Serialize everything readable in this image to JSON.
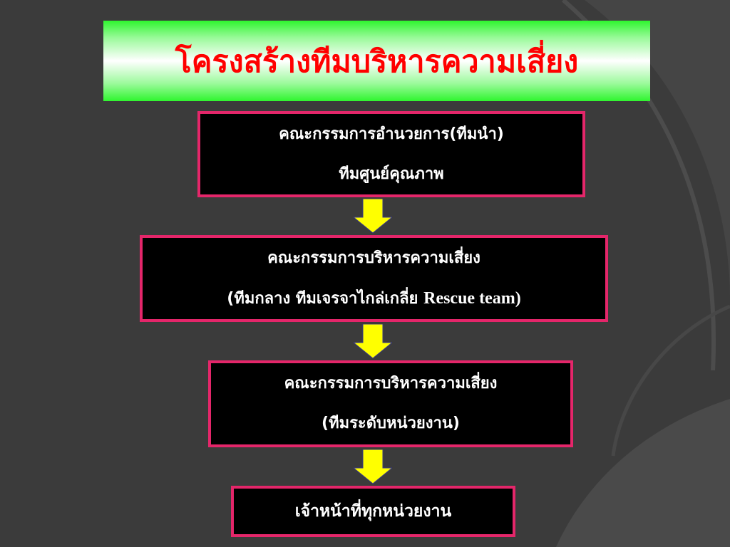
{
  "title": "โครงสร้างทีมบริหารความเสี่ยง",
  "colors": {
    "title_text": "#ff0000",
    "box_border": "#e4266a",
    "box_fill": "#000000",
    "box_text": "#ffffff",
    "arrow_fill": "#ffff00",
    "background": "#3b3b3b"
  },
  "boxes": [
    {
      "line1": "คณะกรรมการอำนวยการ(ทีมนำ)",
      "line2": "ทีมศูนย์คุณภาพ"
    },
    {
      "line1": "คณะกรรมการบริหารความเสี่ยง",
      "line2_thai": "(ทีมกลาง  ทีมเจรจาไกล่เกลี่ย ",
      "line2_latin": "Rescue team)"
    },
    {
      "line1": "คณะกรรมการบริหารความเสี่ยง",
      "line2": "(ทีมระดับหน่วยงาน)"
    },
    {
      "line1": "เจ้าหน้าที่ทุกหน่วยงาน"
    }
  ],
  "icons": {
    "arrow": "down-arrow-icon"
  }
}
